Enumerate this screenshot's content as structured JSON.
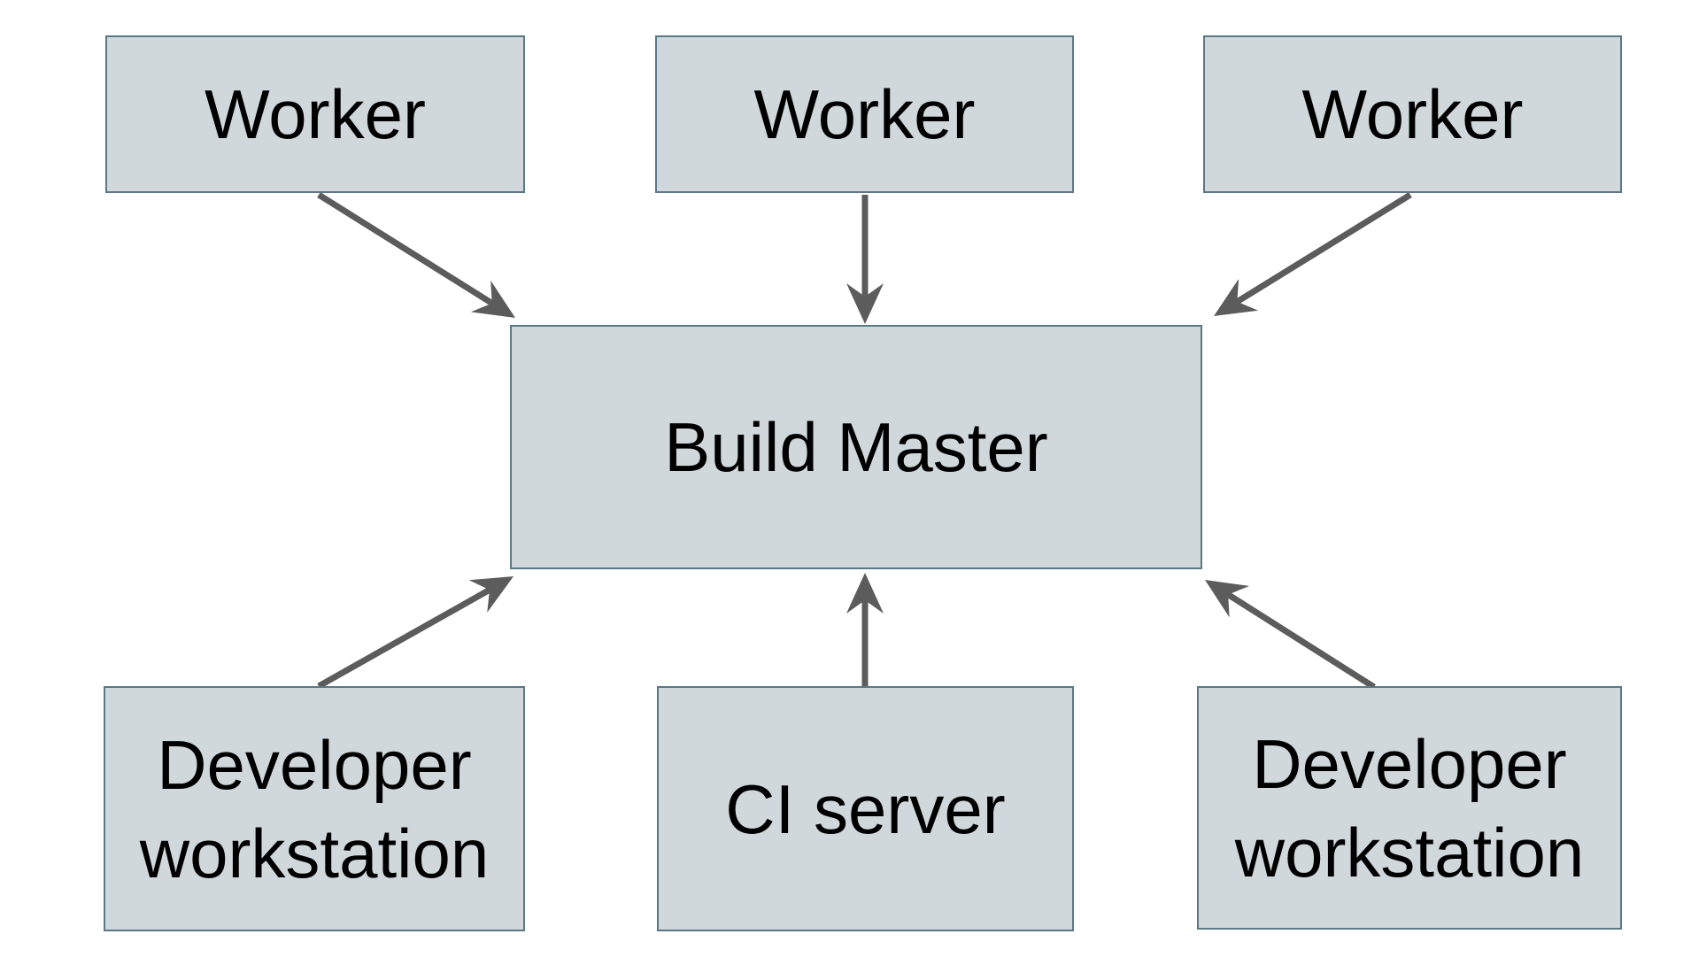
{
  "diagram": {
    "title": "",
    "background_color": "#ffffff",
    "node_fill_color": "#d0d8db",
    "node_border_color": "#5a7886",
    "arrow_color": "#5c5c5c",
    "text_color": "#000000",
    "nodes": [
      {
        "id": "worker-1",
        "label": "Worker"
      },
      {
        "id": "worker-2",
        "label": "Worker"
      },
      {
        "id": "worker-3",
        "label": "Worker"
      },
      {
        "id": "build-master",
        "label": "Build Master"
      },
      {
        "id": "developer-workstation-left",
        "label": "Developer workstation"
      },
      {
        "id": "ci-server",
        "label": "CI server"
      },
      {
        "id": "developer-workstation-right",
        "label": "Developer workstation"
      }
    ],
    "connections": [
      {
        "from": "worker-1",
        "to": "build-master",
        "direction": "down-right"
      },
      {
        "from": "worker-2",
        "to": "build-master",
        "direction": "down"
      },
      {
        "from": "worker-3",
        "to": "build-master",
        "direction": "down-left"
      },
      {
        "from": "developer-workstation-left",
        "to": "build-master",
        "direction": "up-right"
      },
      {
        "from": "ci-server",
        "to": "build-master",
        "direction": "up"
      },
      {
        "from": "developer-workstation-right",
        "to": "build-master",
        "direction": "up-left"
      }
    ]
  }
}
